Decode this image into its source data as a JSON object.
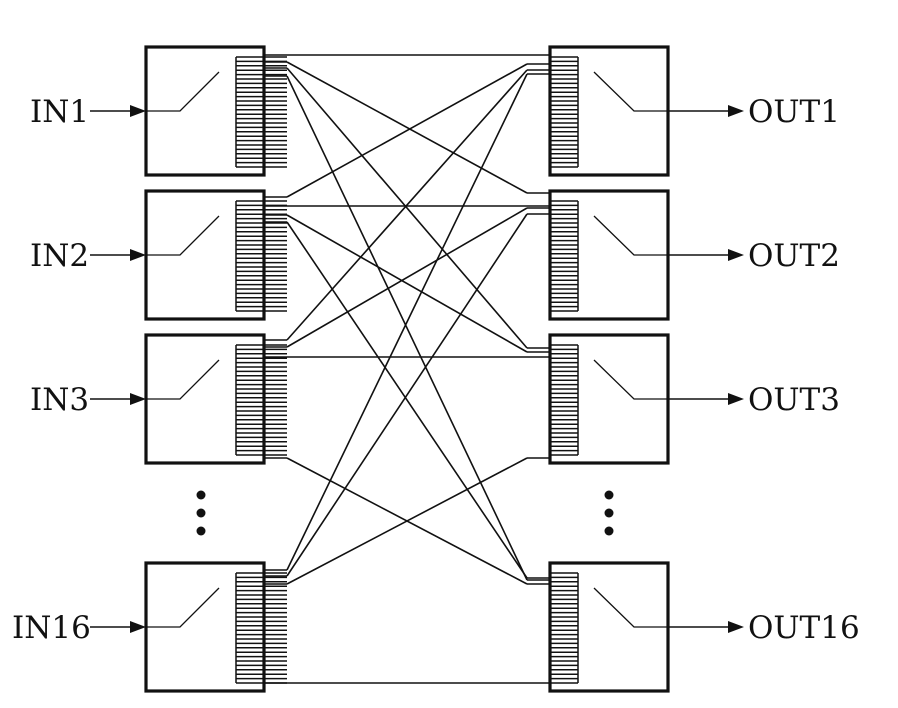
{
  "diagram": {
    "inputs": [
      {
        "label": "IN1"
      },
      {
        "label": "IN2"
      },
      {
        "label": "IN3"
      },
      {
        "label": "IN16"
      }
    ],
    "outputs": [
      {
        "label": "OUT1"
      },
      {
        "label": "OUT2"
      },
      {
        "label": "OUT3"
      },
      {
        "label": "OUT16"
      }
    ],
    "ellipsis_between": [
      2,
      3
    ]
  }
}
